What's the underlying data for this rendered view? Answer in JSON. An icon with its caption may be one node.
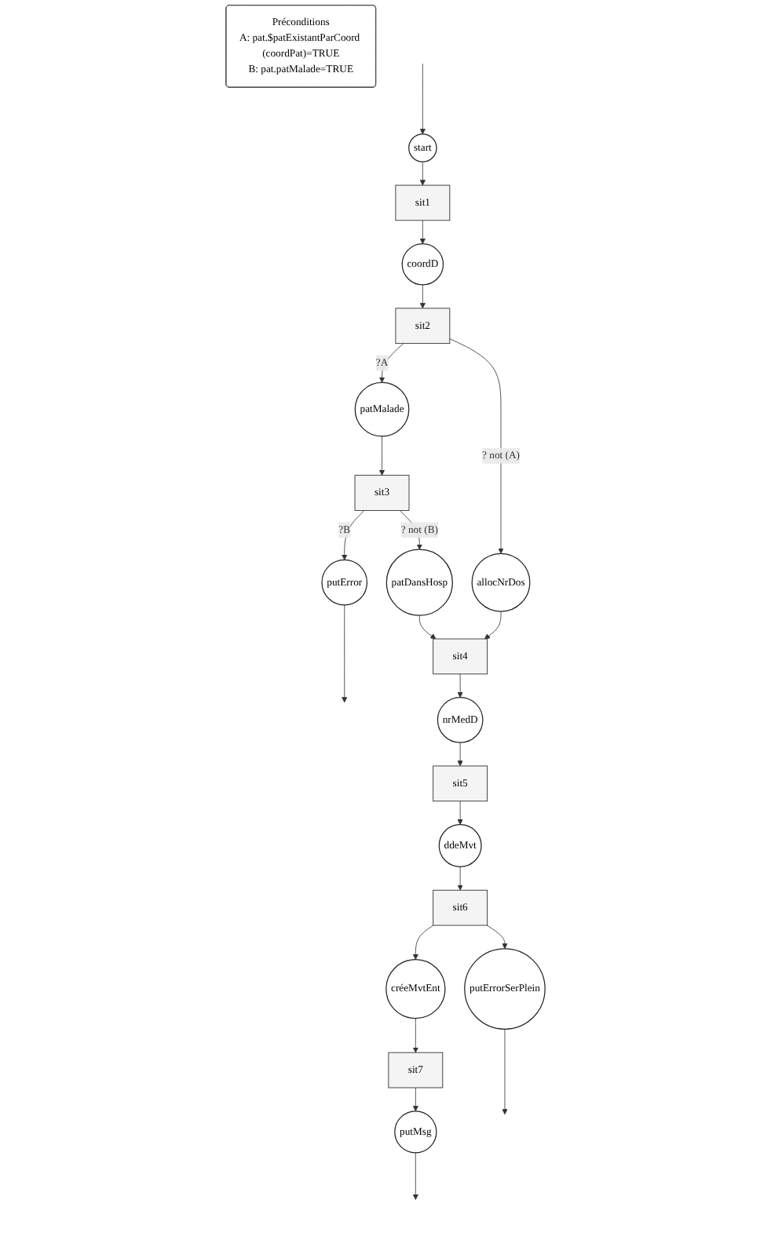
{
  "diagram": {
    "nodes": [
      {
        "text": [
          "start"
        ]
      },
      {
        "text": [
          "sit1"
        ]
      },
      {
        "text": [
          "coordD"
        ]
      },
      {
        "text": [
          "sit2"
        ]
      },
      {
        "text": [
          "patMalade"
        ]
      },
      {
        "text": [
          "allocNrDos"
        ]
      },
      {
        "text": [
          "sit3"
        ]
      },
      {
        "text": [
          "putError"
        ]
      },
      {
        "text": [
          "patDansHosp"
        ]
      },
      {
        "text": [
          "sit4"
        ]
      },
      {
        "text": [
          "nrMedD"
        ]
      },
      {
        "text": [
          "sit5"
        ]
      },
      {
        "text": [
          "ddeMvt"
        ]
      },
      {
        "text": [
          "sit6"
        ]
      },
      {
        "text": [
          "créeMvtEnt"
        ]
      },
      {
        "text": [
          "putErrorSerPlein"
        ]
      },
      {
        "text": [
          "sit7"
        ]
      },
      {
        "text": [
          "putMsg"
        ]
      },
      {
        "text": [
          "Préconditions",
          "A: pat.$patExistantParCoord (coordPat)=TRUE",
          "B: pat.patMalade=TRUE"
        ]
      }
    ],
    "edges": [
      {
        "from": null,
        "to": 0,
        "arrow": "to"
      },
      {
        "from": 0,
        "to": 1,
        "arrow": "to"
      },
      {
        "from": 1,
        "to": 2,
        "arrow": "to"
      },
      {
        "from": 2,
        "to": 3,
        "arrow": "to"
      },
      {
        "from": 3,
        "to": 4,
        "arrow": "to",
        "label": "?A"
      },
      {
        "from": 3,
        "to": 5,
        "arrow": "to",
        "label": "? not (A)"
      },
      {
        "from": 4,
        "to": 6,
        "arrow": "to"
      },
      {
        "from": 6,
        "to": 7,
        "arrow": "to",
        "label": "?B"
      },
      {
        "from": 6,
        "to": 8,
        "arrow": "to",
        "label": "? not (B)"
      },
      {
        "from": 7,
        "to": null,
        "arrow": "to"
      },
      {
        "from": 8,
        "to": 9,
        "arrow": "to"
      },
      {
        "from": 5,
        "to": 9,
        "arrow": "to"
      },
      {
        "from": 9,
        "to": 10,
        "arrow": "to"
      },
      {
        "from": 10,
        "to": 11,
        "arrow": "to"
      },
      {
        "from": 11,
        "to": 12,
        "arrow": "to"
      },
      {
        "from": 12,
        "to": 13,
        "arrow": "to"
      },
      {
        "from": 13,
        "to": 14,
        "arrow": "to"
      },
      {
        "from": 13,
        "to": 15,
        "arrow": "to"
      },
      {
        "from": 15,
        "to": null,
        "arrow": "to"
      },
      {
        "from": 14,
        "to": 16,
        "arrow": "to"
      },
      {
        "from": 16,
        "to": 17,
        "arrow": "to"
      },
      {
        "from": 17,
        "to": null,
        "arrow": "to"
      }
    ]
  }
}
